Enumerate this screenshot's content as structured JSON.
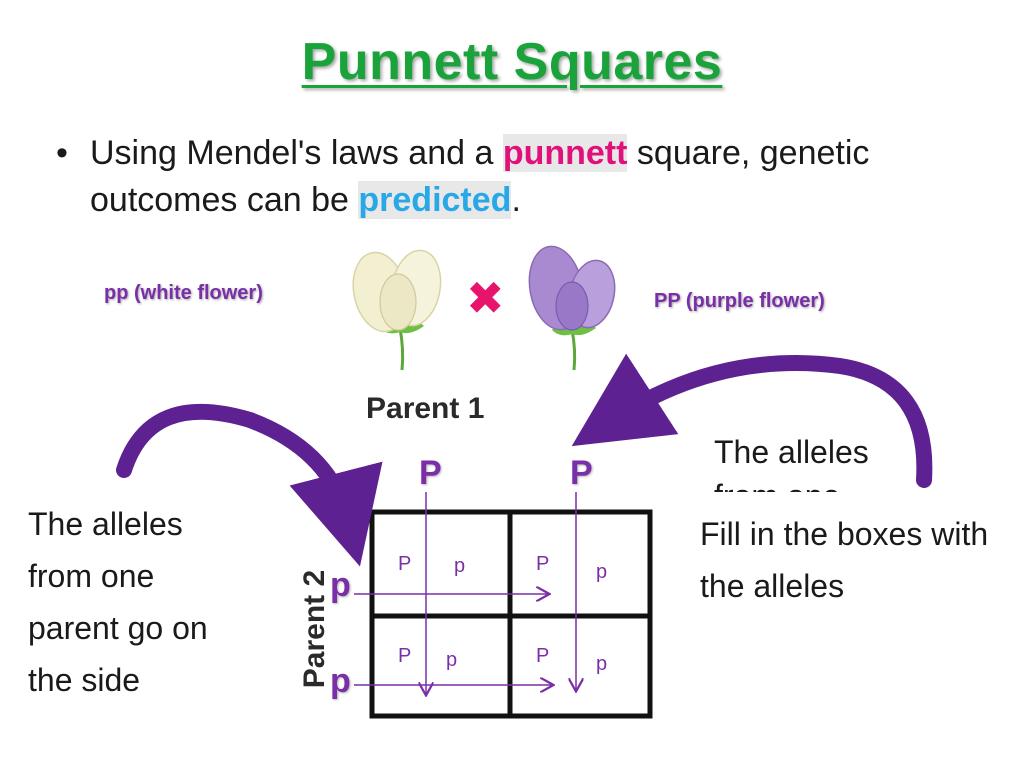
{
  "slide": {
    "title": "Punnett Squares",
    "bullet": {
      "marker": "•",
      "part1": "Using Mendel's laws and a ",
      "keyword1": "punnett",
      "part2": " square, genetic outcomes can be ",
      "keyword2": "predicted",
      "part3": "."
    },
    "parent1_cross": {
      "label": "pp (white flower)",
      "flower_color": "#f3f0d2"
    },
    "cross_symbol": {
      "glyph": "✖",
      "color": "#e8146c"
    },
    "parent2_cross": {
      "label": "PP (purple flower)",
      "flower_color": "#a98ad0"
    }
  },
  "punnett": {
    "parent1_label": "Parent 1",
    "parent2_label": "Parent 2",
    "column_alleles": [
      "P",
      "P"
    ],
    "row_alleles": [
      "p",
      "p"
    ],
    "cells": [
      [
        "P",
        "p"
      ],
      [
        "P",
        "p"
      ],
      [
        "P",
        "p"
      ],
      [
        "P",
        "p"
      ]
    ]
  },
  "notes": {
    "left": "The alleles from one parent go on the side",
    "top_right": "The alleles from one",
    "right": "Fill in the boxes with the alleles"
  },
  "colors": {
    "title_green": "#1aa33a",
    "keyword_pink": "#e0117a",
    "keyword_blue": "#29a8e8",
    "allele_purple": "#7a2fa8",
    "arrow_purple": "#6a2aa0"
  }
}
